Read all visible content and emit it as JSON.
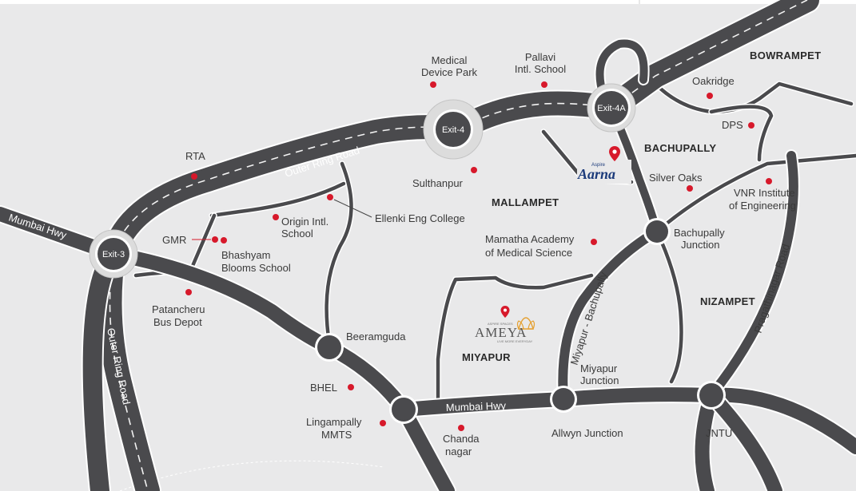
{
  "areas": {
    "bowrampet": "BOWRAMPET",
    "bachupally": "BACHUPALLY",
    "mallampet": "MALLAMPET",
    "nizampet": "NIZAMPET",
    "miyapur": "MIYAPUR"
  },
  "exits": {
    "exit3": "Exit-3",
    "exit4": "Exit-4",
    "exit4a": "Exit-4A"
  },
  "roads": {
    "outer_ring_road_top": "Outer Ring Road",
    "outer_ring_road_left": "Outer Ring Road",
    "mumbai_hwy_left": "Mumbai Hwy",
    "mumbai_hwy_bottom": "Mumbai Hwy",
    "miyapur_bachupally": "Miyapur - Bachupally",
    "pragathinagar": "Pragathinagar Road"
  },
  "places": {
    "medical_device_park": [
      "Medical",
      "Device Park"
    ],
    "pallavi_school": [
      "Pallavi",
      "Intl. School"
    ],
    "oakridge": "Oakridge",
    "dps": "DPS",
    "rta": "RTA",
    "sulthanpur": "Sulthanpur",
    "silver_oaks": "Silver Oaks",
    "vnr": [
      "VNR Institute",
      "of Engineering"
    ],
    "origin_school": [
      "Origin Intl.",
      "School"
    ],
    "ellenki": "Ellenki Eng College",
    "gmr": "GMR",
    "bhashyam": [
      "Bhashyam",
      "Blooms School"
    ],
    "mamatha": [
      "Mamatha Academy",
      "of Medical Science"
    ],
    "bachupally_junction": [
      "Bachupally",
      "Junction"
    ],
    "patancheru": [
      "Patancheru",
      "Bus Depot"
    ],
    "beeramguda": "Beeramguda",
    "bhel": "BHEL",
    "lingampally": [
      "Lingampally",
      "MMTS"
    ],
    "chandanagar": [
      "Chanda",
      "nagar"
    ],
    "miyapur_junction": [
      "Miyapur",
      "Junction"
    ],
    "allwyn_junction": "Allwyn Junction",
    "jntu": "JNTU"
  },
  "projects": {
    "aarna": {
      "brand": "Aspire",
      "name": "Aarna"
    },
    "ameya": {
      "brand": "ASPIRE SPACES",
      "name": "AMEYA",
      "tagline": "LIVE MORE EVERYDAY"
    }
  },
  "colors": {
    "background": "#e9e9ea",
    "road": "#4a4a4d",
    "poi": "#d7192b",
    "brand_blue": "#1b3a7a"
  }
}
